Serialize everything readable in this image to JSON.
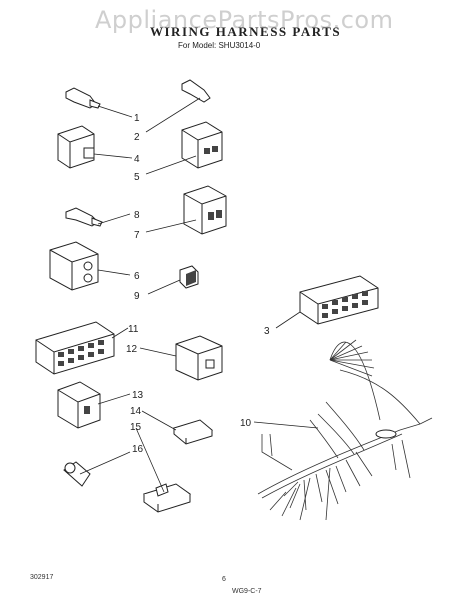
{
  "watermark": "AppliancePartsPros.com",
  "header": {
    "title": "WIRING HARNESS PARTS",
    "model_line": "For Model: SHU3014-0"
  },
  "footer": {
    "left_code": "302917",
    "page_number": "6",
    "right_code": "WG9-C-7"
  },
  "callouts": [
    "1",
    "2",
    "3",
    "4",
    "5",
    "6",
    "7",
    "8",
    "9",
    "10",
    "11",
    "12",
    "13",
    "14",
    "15",
    "16"
  ]
}
